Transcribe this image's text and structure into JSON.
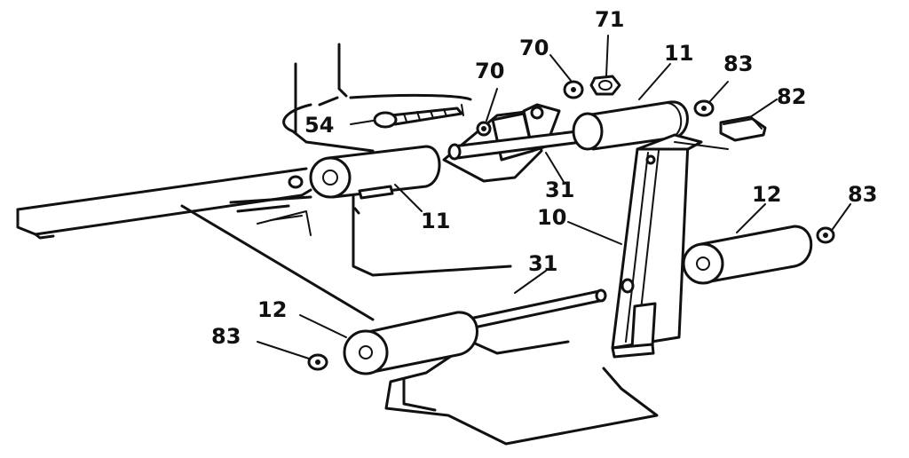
{
  "labels": {
    "l71": "71",
    "l70a": "70",
    "l70b": "70",
    "l11a": "11",
    "l83a": "83",
    "l82": "82",
    "l54": "54",
    "l11b": "11",
    "l31a": "31",
    "l12a": "12",
    "l83b": "83",
    "l10": "10",
    "l31b": "31",
    "l12b": "12",
    "l83c": "83"
  }
}
